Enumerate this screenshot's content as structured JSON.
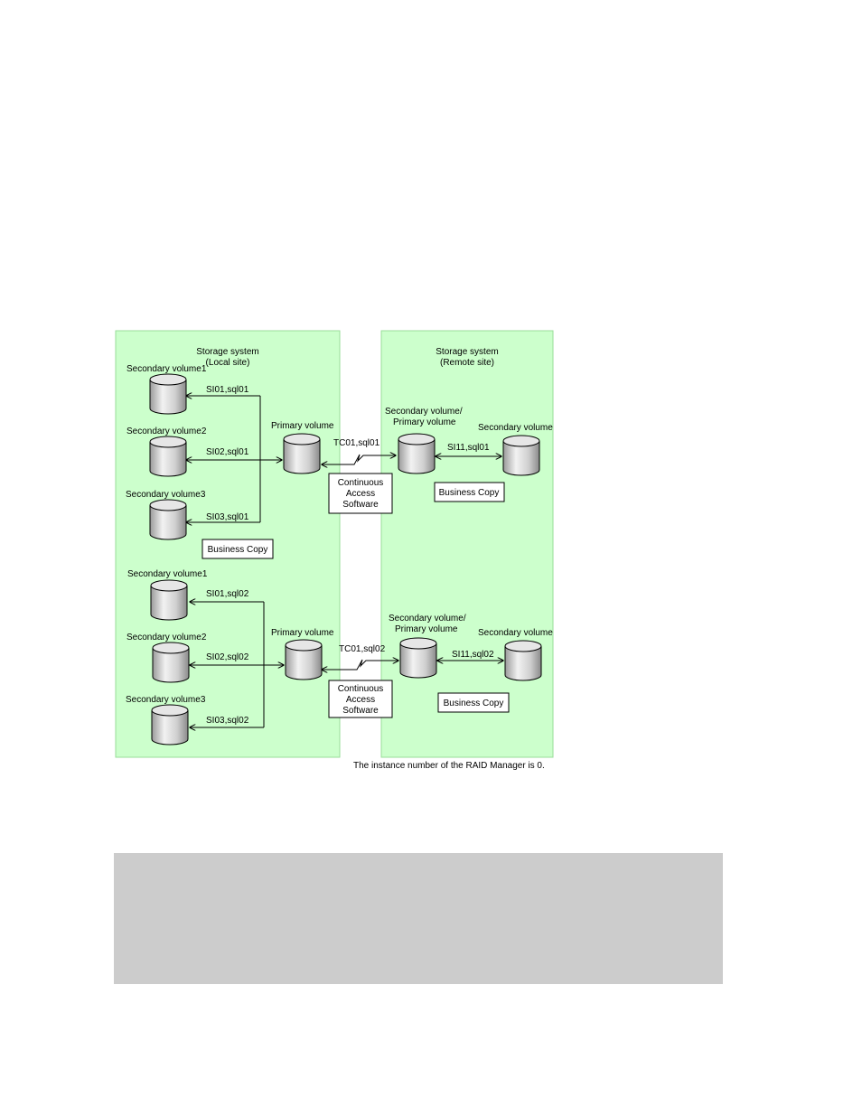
{
  "colors": {
    "site_fill": "#ccffcc",
    "site_stroke": "#99dd99",
    "panel": "#cccccc",
    "line": "#000000"
  },
  "local_site": {
    "title": "Storage system",
    "subtitle": "(Local site)"
  },
  "remote_site": {
    "title": "Storage system",
    "subtitle": "(Remote site)"
  },
  "group1": {
    "sv1_label": "Secondary volume1",
    "sv2_label": "Secondary volume2",
    "sv3_label": "Secondary volume3",
    "link_si01": "SI01,sql01",
    "link_si02": "SI02,sql01",
    "link_si03": "SI03,sql01",
    "primary_label": "Primary volume",
    "tc_label": "TC01,sql01",
    "ca_line1": "Continuous",
    "ca_line2": "Access",
    "ca_line3": "Software",
    "local_bc": "Business Copy",
    "remote_svpv_line1": "Secondary volume/",
    "remote_svpv_line2": "Primary volume",
    "remote_sv_label": "Secondary volume",
    "link_si11": "SI11,sql01",
    "remote_bc": "Business Copy"
  },
  "group2": {
    "sv1_label": "Secondary volume1",
    "sv2_label": "Secondary volume2",
    "sv3_label": "Secondary volume3",
    "link_si01": "SI01,sql02",
    "link_si02": "SI02,sql02",
    "link_si03": "SI03,sql02",
    "primary_label": "Primary volume",
    "tc_label": "TC01,sql02",
    "ca_line1": "Continuous",
    "ca_line2": "Access",
    "ca_line3": "Software",
    "remote_svpv_line1": "Secondary volume/",
    "remote_svpv_line2": "Primary volume",
    "remote_sv_label": "Secondary volume",
    "link_si11": "SI11,sql02",
    "remote_bc": "Business Copy"
  },
  "note": "The instance number of  the RAID Manager is 0."
}
